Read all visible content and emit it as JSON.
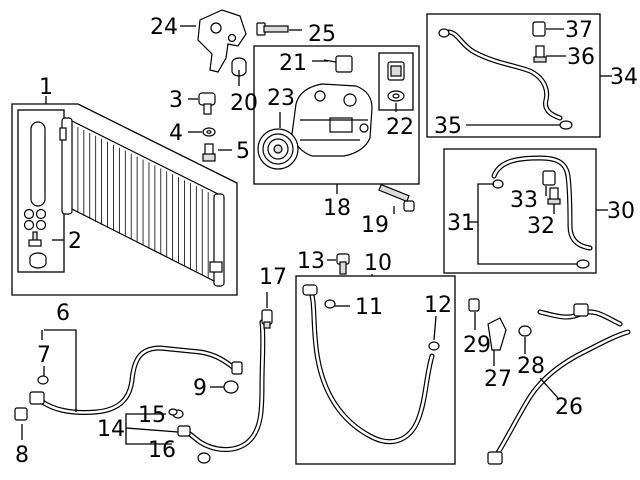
{
  "labels": {
    "l1": "1",
    "l2": "2",
    "l3": "3",
    "l4": "4",
    "l5": "5",
    "l6": "6",
    "l7": "7",
    "l8": "8",
    "l9": "9",
    "l10": "10",
    "l11": "11",
    "l12": "12",
    "l13": "13",
    "l14": "14",
    "l15": "15",
    "l16": "16",
    "l17": "17",
    "l18": "18",
    "l19": "19",
    "l20": "20",
    "l21": "21",
    "l22": "22",
    "l23": "23",
    "l24": "24",
    "l25": "25",
    "l26": "26",
    "l27": "27",
    "l28": "28",
    "l29": "29",
    "l30": "30",
    "l31": "31",
    "l32": "32",
    "l33": "33",
    "l34": "34",
    "l35": "35",
    "l36": "36",
    "l37": "37"
  }
}
